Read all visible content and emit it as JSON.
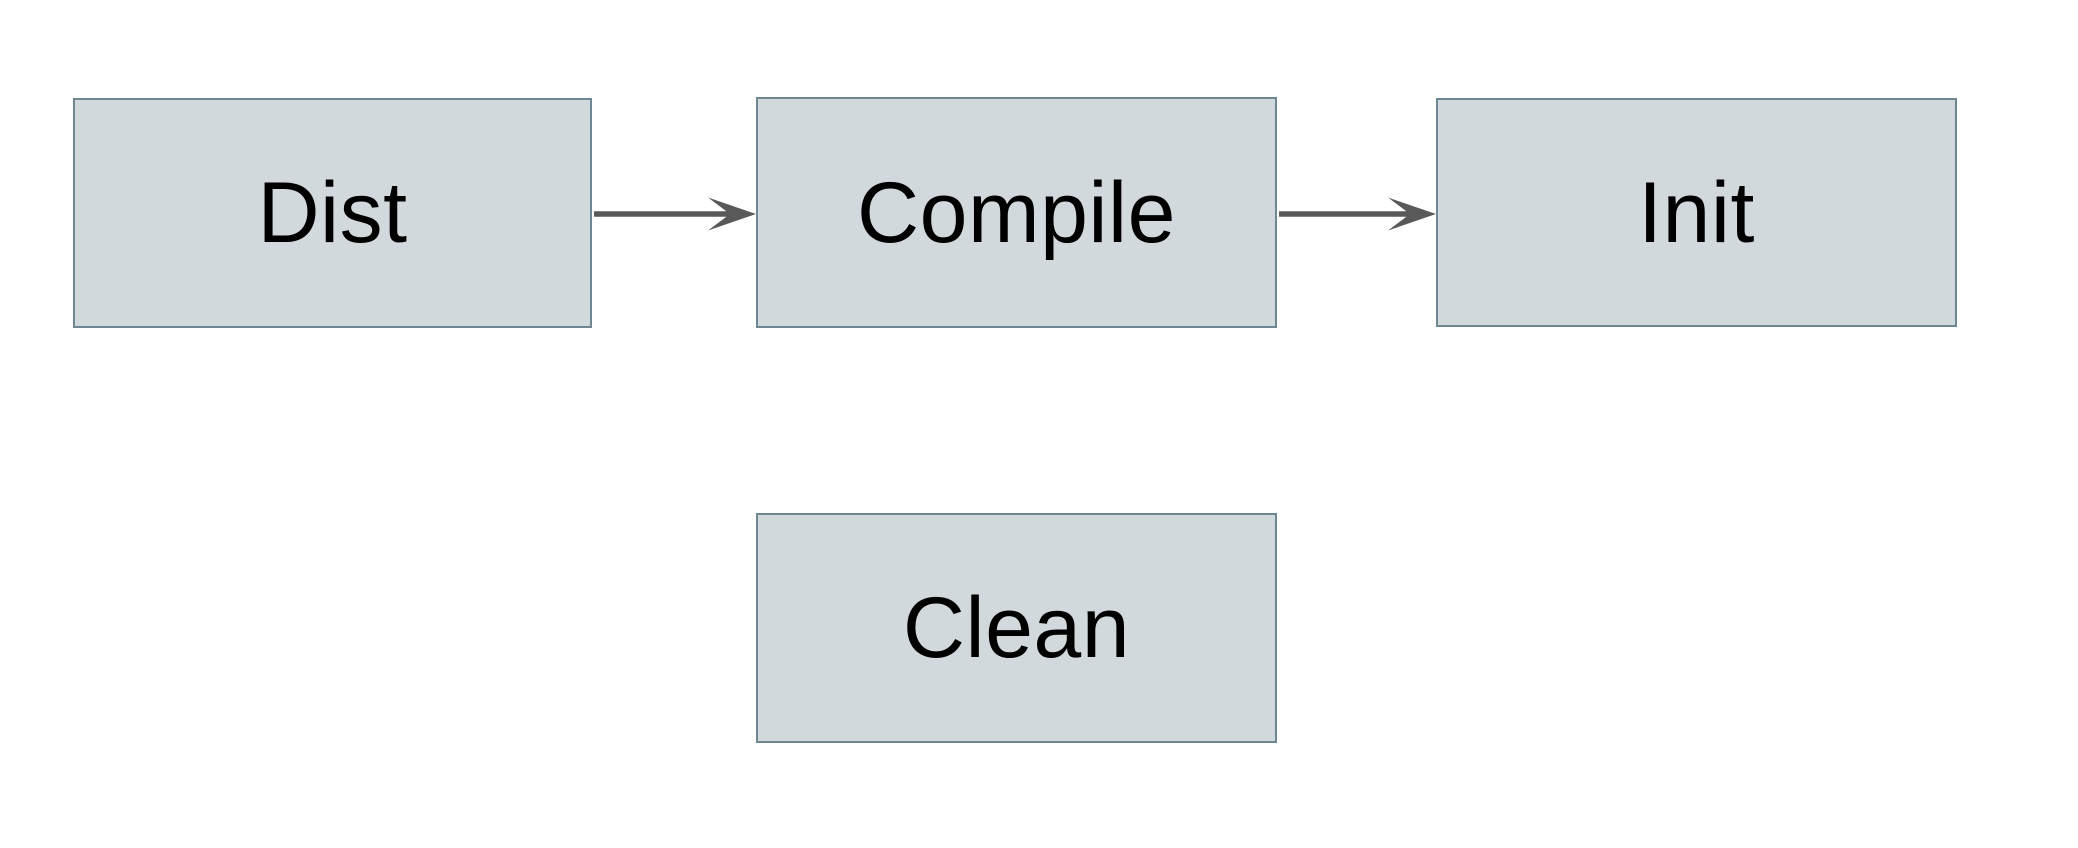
{
  "diagram": {
    "title": "build-targets-flow",
    "nodes": [
      {
        "id": "dist",
        "label": "Dist"
      },
      {
        "id": "compile",
        "label": "Compile"
      },
      {
        "id": "init",
        "label": "Init"
      },
      {
        "id": "clean",
        "label": "Clean"
      }
    ],
    "edges": [
      {
        "from": "dist",
        "to": "compile",
        "direction": "right"
      },
      {
        "from": "compile",
        "to": "init",
        "direction": "right"
      }
    ],
    "colors": {
      "node_fill": "#d2d9dc",
      "node_border": "#6e8793",
      "arrow": "#595959",
      "text": "#000000",
      "background": "#ffffff"
    }
  }
}
